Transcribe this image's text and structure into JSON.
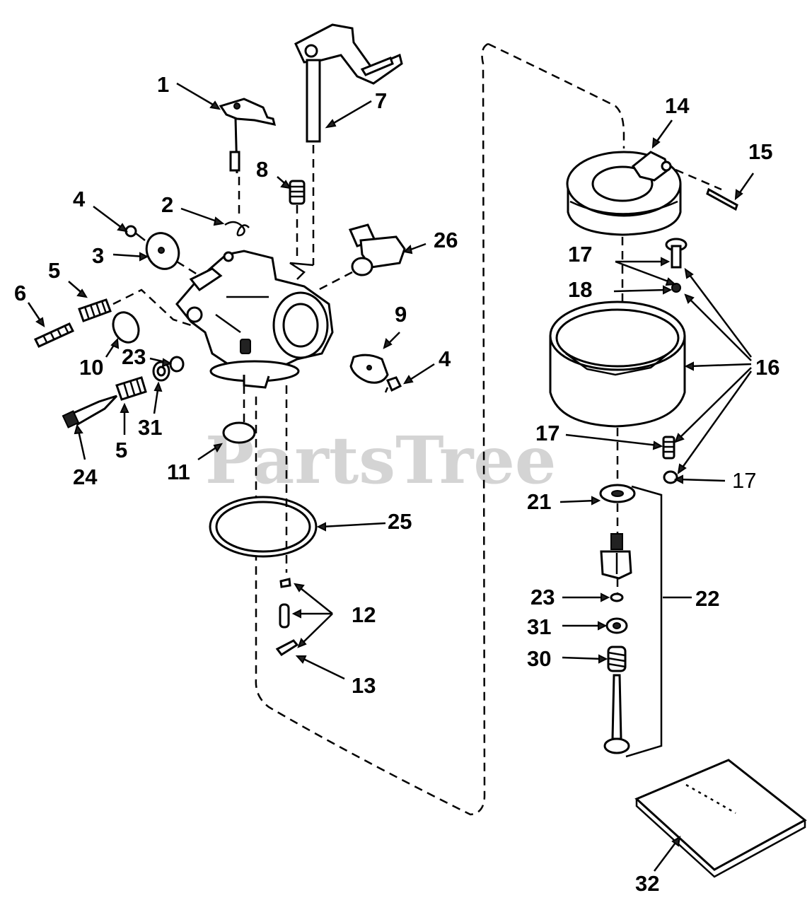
{
  "watermark": "PartsTree",
  "callouts": {
    "c1": "1",
    "c2": "2",
    "c3": "3",
    "c4a": "4",
    "c4b": "4",
    "c5a": "5",
    "c5b": "5",
    "c6": "6",
    "c7": "7",
    "c8": "8",
    "c9": "9",
    "c10": "10",
    "c11": "11",
    "c12": "12",
    "c13": "13",
    "c14": "14",
    "c15": "15",
    "c16": "16",
    "c17a": "17",
    "c17b": "17",
    "c17c": "17",
    "c18": "18",
    "c21": "21",
    "c22": "22",
    "c23a": "23",
    "c23b": "23",
    "c24": "24",
    "c25": "25",
    "c26": "26",
    "c30": "30",
    "c31a": "31",
    "c31b": "31",
    "c32": "32"
  }
}
